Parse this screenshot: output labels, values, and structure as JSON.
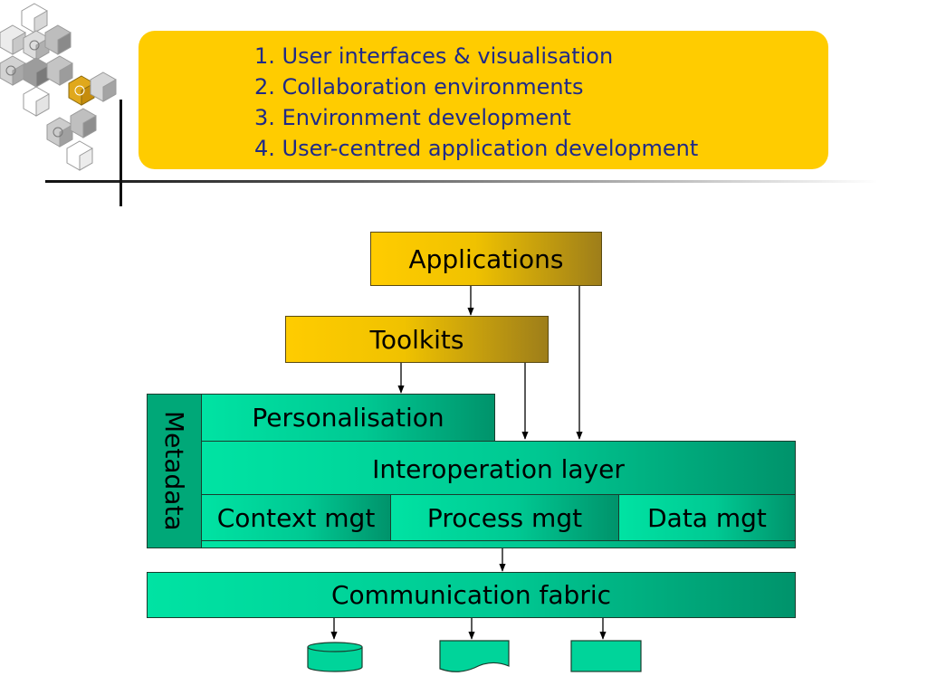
{
  "callout": {
    "items": [
      "1. User interfaces & visualisation",
      "2. Collaboration environments",
      "3. Environment development",
      "4. User-centred application development"
    ]
  },
  "diagram": {
    "applications": "Applications",
    "toolkits": "Toolkits",
    "metadata": "Metadata",
    "personalisation": "Personalisation",
    "interoperation": "Interoperation layer",
    "context": "Context mgt",
    "process": "Process mgt",
    "data": "Data mgt",
    "communication": "Communication fabric"
  },
  "colors": {
    "callout_fill": "#ffcc00",
    "callout_text": "#1f2a88",
    "gold_box": "#ffcc00",
    "green_box": "#00d49a",
    "storage_fill": "#00d49a"
  },
  "icons": {
    "decoration": "hexagon-cluster-icon",
    "storage": [
      "database-cylinder-icon",
      "document-icon",
      "storage-box-icon"
    ]
  }
}
